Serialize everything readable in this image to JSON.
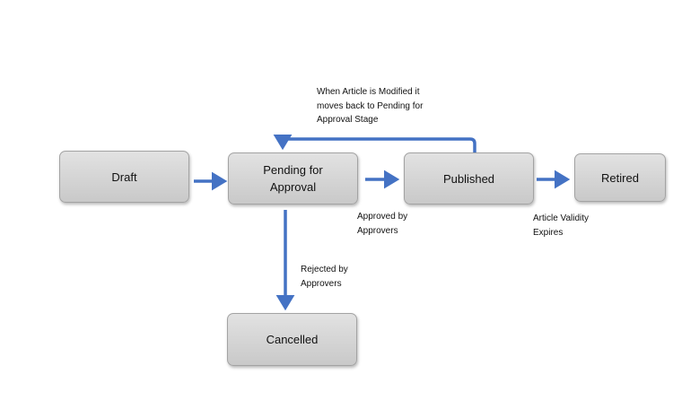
{
  "states": {
    "draft": "Draft",
    "pending": "Pending for\nApproval",
    "published": "Published",
    "retired": "Retired",
    "cancelled": "Cancelled"
  },
  "notes": {
    "modified": "When Article is Modified it\nmoves back to Pending for\nApproval Stage",
    "approved": "Approved by\nApprovers",
    "expires": "Article Validity\nExpires",
    "rejected": "Rejected by\nApprovers"
  },
  "colors": {
    "arrow": "#4472c4",
    "arrow_stroke": "#2f528f"
  }
}
